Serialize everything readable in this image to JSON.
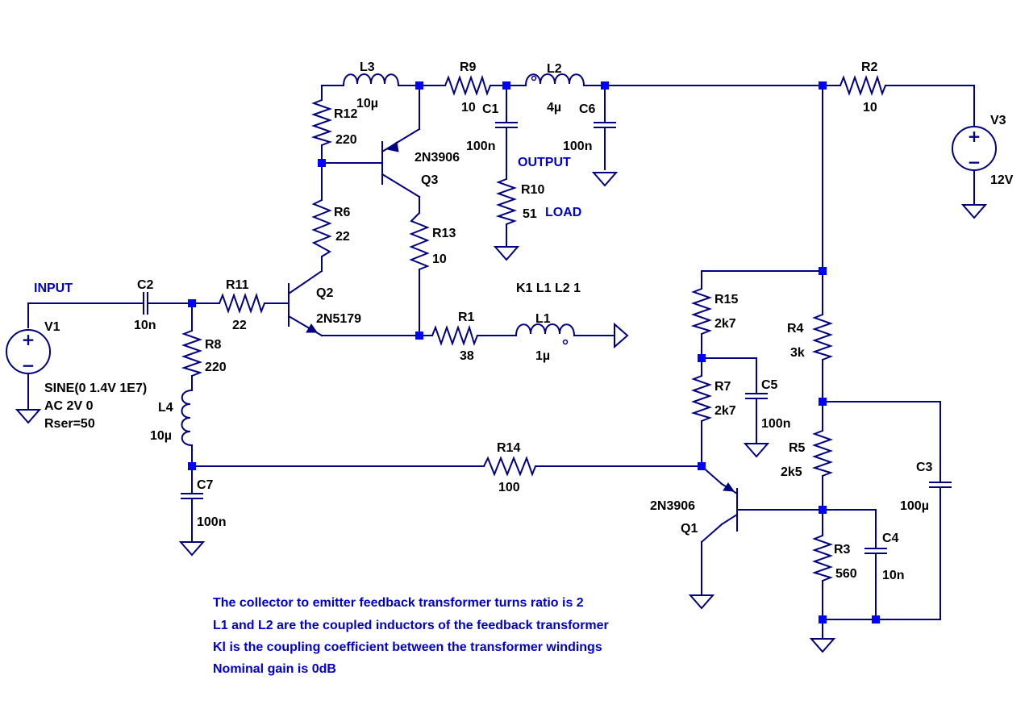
{
  "components": {
    "V1": {
      "name": "V1",
      "line1": "SINE(0 1.4V 1E7)",
      "line2": "AC 2V 0",
      "line3": "Rser=50"
    },
    "V3": {
      "name": "V3",
      "value": "12V"
    },
    "C2": {
      "name": "C2",
      "value": "10n"
    },
    "R11": {
      "name": "R11",
      "value": "22"
    },
    "R8": {
      "name": "R8",
      "value": "220"
    },
    "L4": {
      "name": "L4",
      "value": "10µ"
    },
    "C7": {
      "name": "C7",
      "value": "100n"
    },
    "Q2": {
      "name": "Q2",
      "model": "2N5179"
    },
    "R6": {
      "name": "R6",
      "value": "22"
    },
    "R12": {
      "name": "R12",
      "value": "220"
    },
    "L3": {
      "name": "L3",
      "value": "10µ"
    },
    "Q3": {
      "name": "Q3",
      "model": "2N3906"
    },
    "R13": {
      "name": "R13",
      "value": "10"
    },
    "R9": {
      "name": "R9",
      "value": "10"
    },
    "C1": {
      "name": "C1",
      "value": "100n"
    },
    "R10": {
      "name": "R10",
      "value": "51"
    },
    "L2": {
      "name": "L2",
      "value": "4µ"
    },
    "C6": {
      "name": "C6",
      "value": "100n"
    },
    "R1": {
      "name": "R1",
      "value": "38"
    },
    "L1": {
      "name": "L1",
      "value": "1µ"
    },
    "R2": {
      "name": "R2",
      "value": "10"
    },
    "R15": {
      "name": "R15",
      "value": "2k7"
    },
    "R7": {
      "name": "R7",
      "value": "2k7"
    },
    "C5": {
      "name": "C5",
      "value": "100n"
    },
    "R14": {
      "name": "R14",
      "value": "100"
    },
    "Q1": {
      "name": "Q1",
      "model": "2N3906"
    },
    "R4": {
      "name": "R4",
      "value": "3k"
    },
    "R5": {
      "name": "R5",
      "value": "2k5"
    },
    "C3": {
      "name": "C3",
      "value": "100µ"
    },
    "R3": {
      "name": "R3",
      "value": "560"
    },
    "C4": {
      "name": "C4",
      "value": "10n"
    }
  },
  "labels": {
    "input": "INPUT",
    "output": "OUTPUT",
    "load": "LOAD",
    "coupling": "K1 L1 L2 1"
  },
  "notes": [
    "The collector to emitter feedback transformer turns ratio is 2",
    "L1 and L2 are the coupled inductors of the feedback transformer",
    "Kl is the coupling coefficient between the transformer windings",
    "Nominal gain is 0dB"
  ],
  "colors": {
    "wire": "#000080",
    "junction": "#0000ff",
    "label": "#000000",
    "annotation": "#0000cc"
  }
}
